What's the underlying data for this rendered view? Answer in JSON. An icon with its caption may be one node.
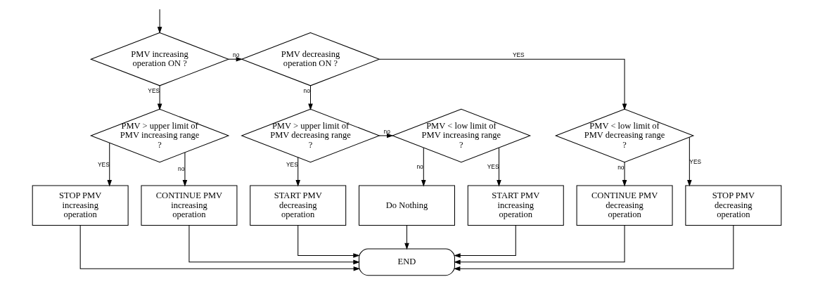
{
  "diagram": {
    "nodes": [
      {
        "text": [
          "PMV increasing operation ON ?"
        ]
      },
      {
        "text": [
          "PMV decreasing operation ON ?"
        ]
      },
      {
        "text": [
          "PMV > upper limit of PMV increasing range ?"
        ]
      },
      {
        "text": [
          "PMV < low limit of PMV decreasing range ?"
        ]
      },
      {
        "text": [
          "PMV > upper limit of PMV decreasing range ?"
        ]
      },
      {
        "text": [
          "PMV < low limit of PMV increasing range ?"
        ]
      },
      {
        "text": [
          "STOP PMV increasing operation"
        ]
      },
      {
        "text": [
          "CONTINUE PMV increasing operation"
        ]
      },
      {
        "text": [
          "STOP PMV decreasing operation"
        ]
      },
      {
        "text": [
          "CONTINUE PMV decreasing operation"
        ]
      },
      {
        "text": [
          "START PMV decreasing operation"
        ]
      },
      {
        "text": [
          "START PMV increasing operation"
        ]
      },
      {
        "text": [
          "Do Nothing"
        ]
      },
      {
        "text": [
          "END"
        ]
      }
    ],
    "edges": [
      {
        "from": null,
        "to": 0,
        "arrow": "to"
      },
      {
        "from": 0,
        "to": 1,
        "arrow": "to",
        "label": "no"
      },
      {
        "from": 0,
        "to": 2,
        "arrow": "to",
        "label": "YES"
      },
      {
        "from": 1,
        "to": 4,
        "arrow": "to",
        "label": "no"
      },
      {
        "from": 1,
        "to": 3,
        "arrow": "to",
        "label": "YES"
      },
      {
        "from": 2,
        "to": 6,
        "arrow": "to",
        "label": "YES"
      },
      {
        "from": 2,
        "to": 7,
        "arrow": "to",
        "label": "no"
      },
      {
        "from": 3,
        "to": 8,
        "arrow": "to",
        "label": "YES"
      },
      {
        "from": 3,
        "to": 9,
        "arrow": "to",
        "label": "no"
      },
      {
        "from": 4,
        "to": 10,
        "arrow": "to",
        "label": "YES"
      },
      {
        "from": 4,
        "to": 5,
        "arrow": "to",
        "label": "no"
      },
      {
        "from": 5,
        "to": 11,
        "arrow": "to",
        "label": "YES"
      },
      {
        "from": 5,
        "to": 12,
        "arrow": "to",
        "label": "no"
      },
      {
        "from": 6,
        "to": 13,
        "arrow": "to"
      },
      {
        "from": 7,
        "to": 13,
        "arrow": "to"
      },
      {
        "from": 8,
        "to": 13,
        "arrow": "to"
      },
      {
        "from": 9,
        "to": 13,
        "arrow": "to"
      },
      {
        "from": 10,
        "to": 13,
        "arrow": "to"
      },
      {
        "from": 11,
        "to": 13,
        "arrow": "to"
      },
      {
        "from": 12,
        "to": 13,
        "arrow": "to"
      }
    ]
  }
}
